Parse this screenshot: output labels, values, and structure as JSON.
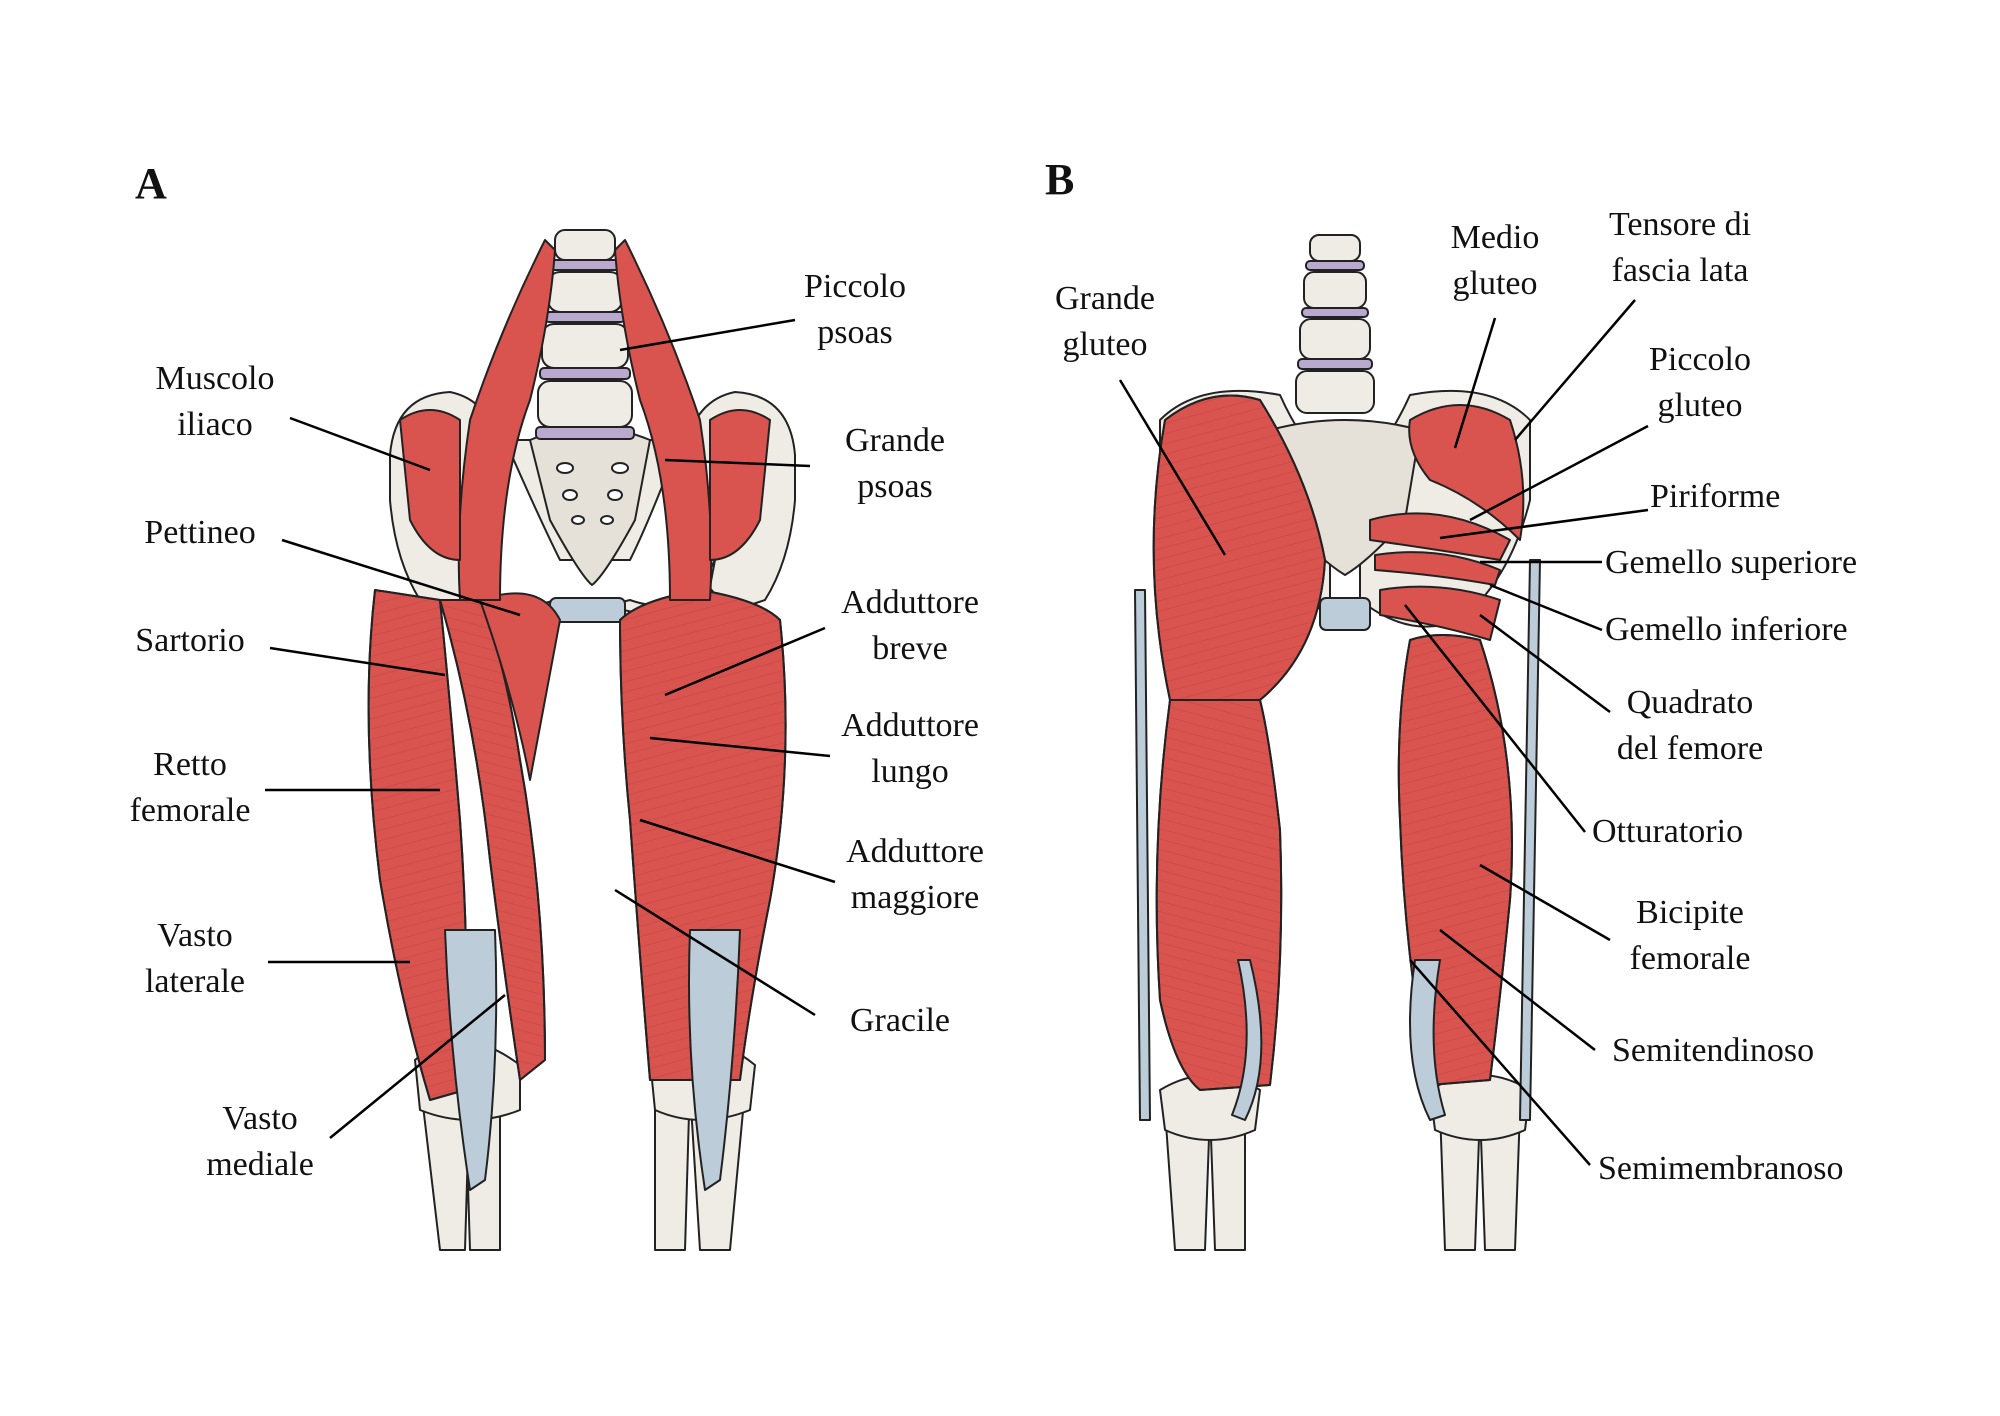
{
  "colors": {
    "muscle": "#d9534f",
    "muscle_dark": "#b83a38",
    "muscle_line": "#7a1c1c",
    "bone": "#efece6",
    "bone_shadow": "#d8d3ca",
    "tendon": "#bcccd9",
    "disc": "#b9a9cf",
    "outline": "#222222",
    "leader": "#000000"
  },
  "panel_a": {
    "letter": "A",
    "labels": {
      "muscolo_iliaco": "Muscolo\niliaco",
      "pettineo": "Pettineo",
      "sartorio": "Sartorio",
      "retto_femorale": "Retto\nfemorale",
      "vasto_laterale": "Vasto\nlaterale",
      "vasto_mediale": "Vasto\nmediale",
      "piccolo_psoas": "Piccolo\npsoas",
      "grande_psoas": "Grande\npsoas",
      "adduttore_breve": "Adduttore\nbreve",
      "adduttore_lungo": "Adduttore\nlungo",
      "adduttore_maggiore": "Adduttore\nmaggiore",
      "gracile": "Gracile"
    }
  },
  "panel_b": {
    "letter": "B",
    "labels": {
      "grande_gluteo": "Grande\ngluteo",
      "medio_gluteo": "Medio\ngluteo",
      "tensore_fascia_lata": "Tensore di\nfascia lata",
      "piccolo_gluteo": "Piccolo\ngluteo",
      "piriforme": "Piriforme",
      "gemello_superiore": "Gemello superiore",
      "gemello_inferiore": "Gemello inferiore",
      "quadrato_femore": "Quadrato\ndel femore",
      "otturatorio": "Otturatorio",
      "bicipite_femorale": "Bicipite\nfemorale",
      "semitendinoso": "Semitendinoso",
      "semimembranoso": "Semimembranoso"
    }
  }
}
